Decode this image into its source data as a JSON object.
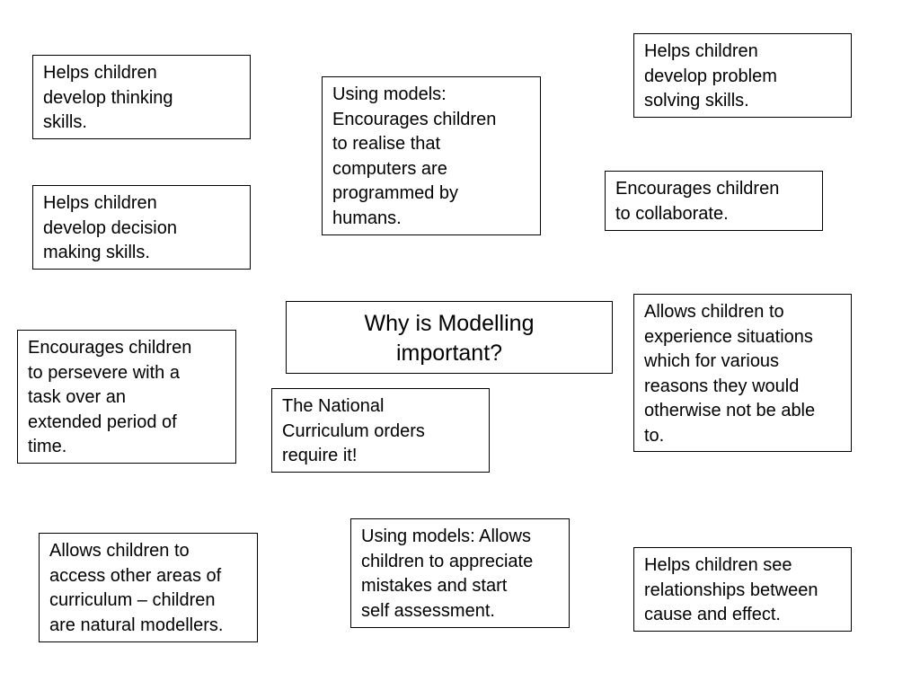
{
  "diagram": {
    "central": {
      "text": "Why is Modelling\nimportant?"
    },
    "reasons": {
      "thinking": "Helps children\ndevelop thinking\nskills.",
      "decision": "Helps children\ndevelop decision\nmaking skills.",
      "computers": "Using models:\nEncourages children\nto realise that\ncomputers are\nprogrammed by\nhumans.",
      "problem": "Helps children\ndevelop problem\nsolving skills.",
      "collaborate": "Encourages children\nto collaborate.",
      "situations": "Allows children to\nexperience situations\nwhich for various\nreasons they would\notherwise not be able\nto.",
      "persevere": "Encourages children\nto persevere with a\ntask over an\nextended period of\ntime.",
      "national": "The National\nCurriculum orders\nrequire it!",
      "curriculum": "Allows children to\naccess other areas of\ncurriculum – children\nare natural modellers.",
      "mistakes": "Using models: Allows\nchildren to appreciate\nmistakes and start\nself assessment.",
      "cause": "Helps children see\nrelationships between\ncause and effect."
    }
  }
}
